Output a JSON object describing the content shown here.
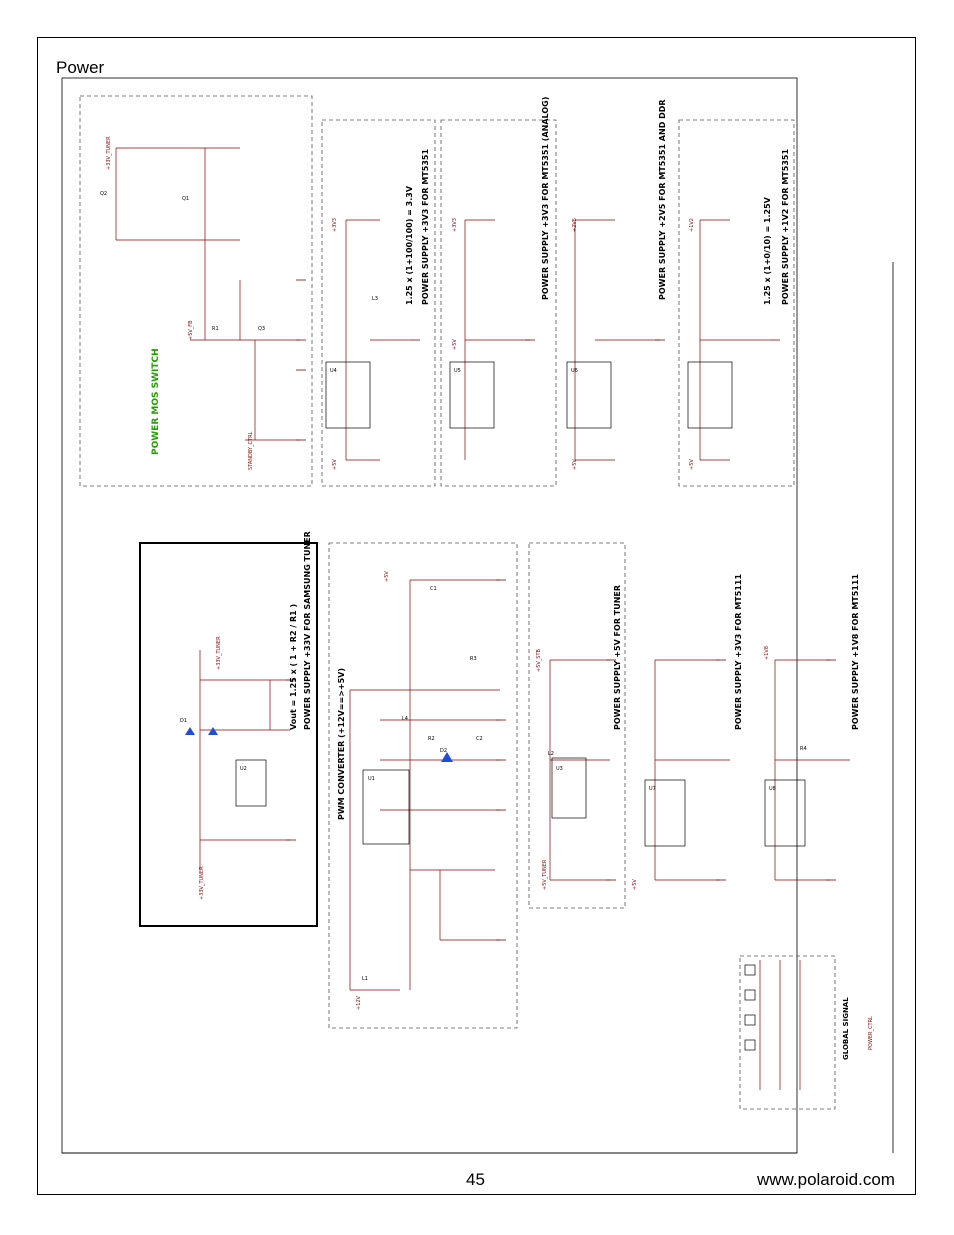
{
  "page": {
    "heading": "Power",
    "page_number": "45",
    "url": "www.polaroid.com"
  },
  "sections": {
    "mos_switch": "POWER MOS SWITCH",
    "tuner_33v": "POWER SUPPLY +33V FOR SAMSUNG TUNER",
    "tuner_33v_formula": "Vout = 1.25 x ( 1 + R2 / R1 )",
    "tuner_5v": "POWER SUPPLY +5V FOR TUNER",
    "mt5111_33": "POWER SUPPLY +3V3 FOR MT5111",
    "mt5111_18": "POWER SUPPLY +1V8 FOR MT5111",
    "mt5351_33": "POWER SUPPLY +3V3 FOR MT5351",
    "mt5351_33_formula": "1.25 x (1+100/100) = 3.3V",
    "mt5351_analog": "POWER SUPPLY +3V3 FOR MT5351 (ANALOG)",
    "mt5351_ddr": "POWER SUPPLY +2V5 FOR MT5351 AND DDR",
    "mt5351_12": "POWER SUPPLY +1V2 FOR MT5351",
    "mt5351_12_formula": "1.25 x (1+0/10) = 1.25V",
    "pwm": "PWM CONVERTER (+12V==>+5V)",
    "global_signal": "GLOBAL SIGNAL"
  },
  "nets": {
    "v12": "+12V",
    "v5": "+5V",
    "v33_tuner": "+33V_TUNER",
    "v5_tuner": "+5V_TUNER",
    "v5_stb": "+5V_STB",
    "v5_fb": "+5V_FB",
    "v33": "+3V3",
    "v25": "+2V5",
    "v12_core": "+1V2",
    "v18": "+1V8",
    "standby": "STANDBY_CTRL",
    "power_ctrl": "POWER_CTRL"
  },
  "components": {
    "q1": "Q1",
    "q2": "Q2",
    "q3": "Q3",
    "u1": "U1",
    "u2": "U2",
    "u3": "U3",
    "u4": "U4",
    "u5": "U5",
    "u6": "U6",
    "u7": "U7",
    "u8": "U8",
    "l1": "L1",
    "l2": "L2",
    "l3": "L3",
    "l4": "L4",
    "d1": "D1",
    "d2": "D2",
    "c1": "C1",
    "c2": "C2",
    "r1": "R1",
    "r2": "R2",
    "r3": "R3",
    "r4": "R4"
  }
}
